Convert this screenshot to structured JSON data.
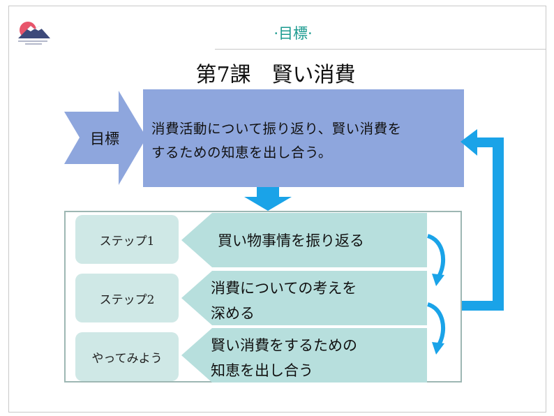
{
  "header": {
    "title": "·目標·"
  },
  "lesson": {
    "title": "第7課　賢い消費"
  },
  "goal": {
    "label": "目標",
    "lines": [
      "消費活動について振り返り、賢い消費を",
      "するための知恵を出し合う。"
    ]
  },
  "steps": [
    {
      "label": "ステップ1",
      "lines": [
        "買い物事情を振り返る"
      ]
    },
    {
      "label": "ステップ2",
      "lines": [
        "消費についての考えを",
        "深める"
      ]
    },
    {
      "label": "やってみよう",
      "lines": [
        "賢い消費をするための",
        "知恵を出し合う"
      ]
    }
  ],
  "colors": {
    "accent": "#1a9a8f",
    "goal_box": "#8ea6dd",
    "step_fill": "#b7dfdd",
    "step_label": "#cfe8e6",
    "arrow_blue": "#1aa3e8"
  },
  "icons": {
    "logo": "mount-fuji-icon",
    "goal_arrow": "chevron-arrow-icon",
    "down_arrow": "down-arrow-icon",
    "loop_arrow": "loop-back-arrow-icon",
    "curve_arrow": "curved-down-arrow-icon"
  }
}
